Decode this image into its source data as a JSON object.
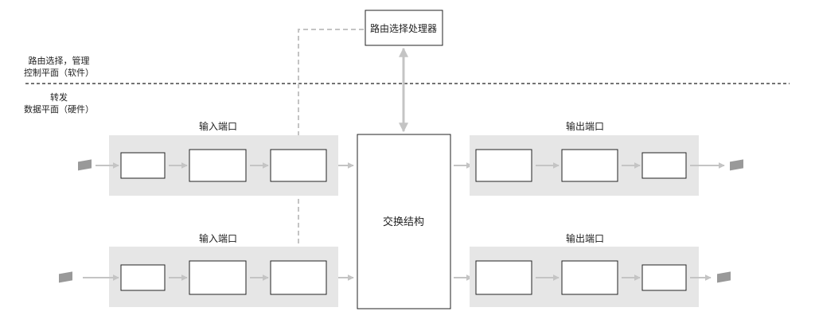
{
  "labels": {
    "processor": "路由选择处理器",
    "control_plane": [
      "路由选择，管理",
      "控制平面（软件）"
    ],
    "data_plane": [
      "转发",
      "数据平面（硬件）"
    ],
    "switch_fabric": "交换结构",
    "input_ports": [
      "输入端口",
      "输入端口"
    ],
    "output_ports": [
      "输出端口",
      "输出端口"
    ]
  },
  "colors": {
    "port_background": "#e6e6e6",
    "arrow_gray": "#c4c4c4",
    "box_border": "#222222",
    "packet": "#999999"
  }
}
